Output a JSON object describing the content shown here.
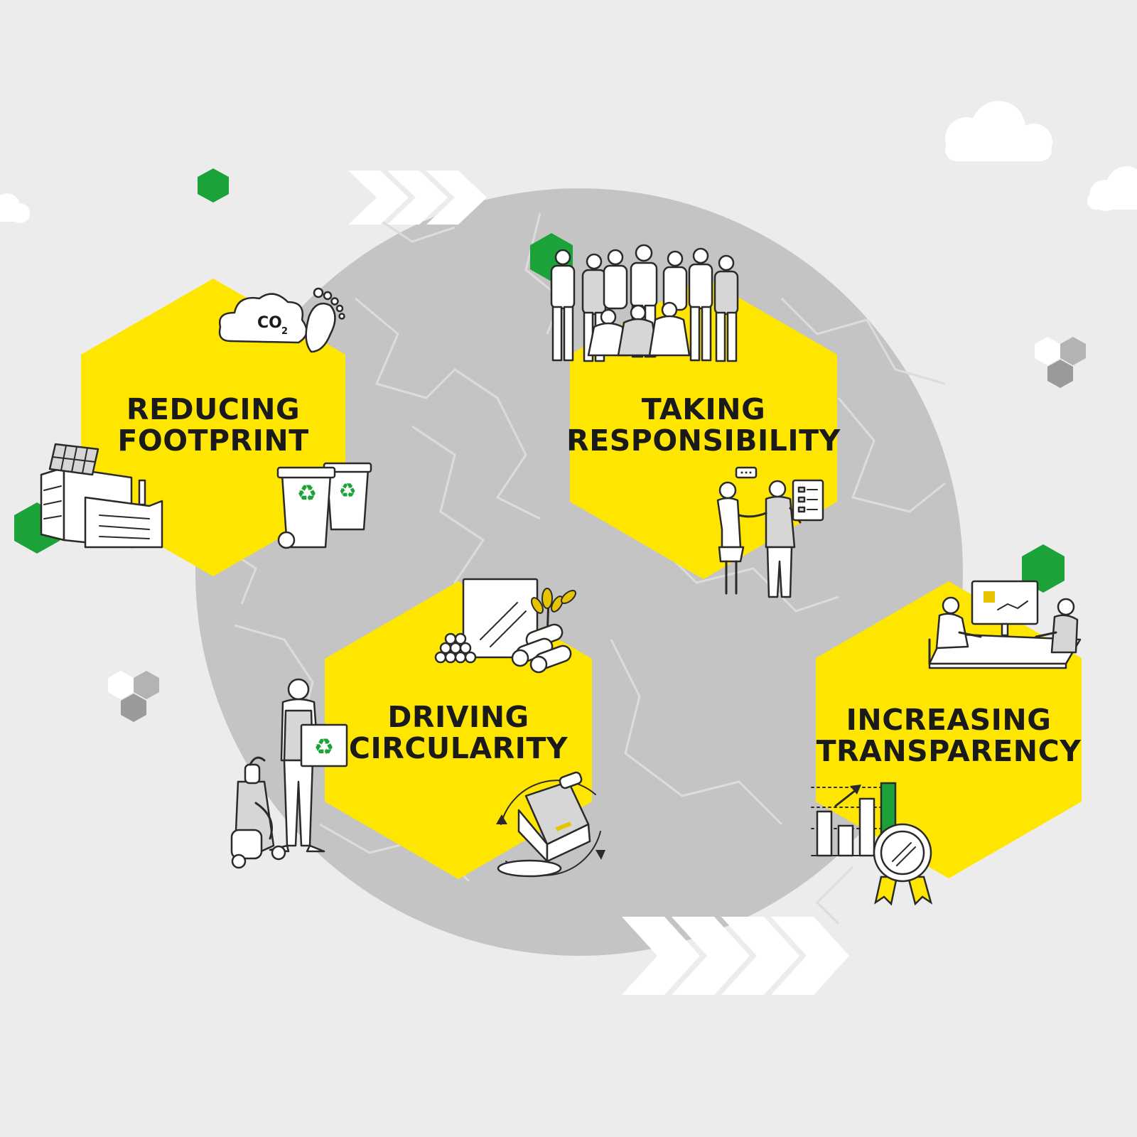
{
  "pillars": [
    {
      "id": "reducing-footprint",
      "line1": "REDUCING",
      "line2": "FOOTPRINT"
    },
    {
      "id": "taking-responsibility",
      "line1": "TAKING",
      "line2": "RESPONSIBILITY"
    },
    {
      "id": "driving-circularity",
      "line1": "DRIVING",
      "line2": "CIRCULARITY"
    },
    {
      "id": "increasing-transparency",
      "line1": "INCREASING",
      "line2": "TRANSPARENCY"
    }
  ],
  "co2": {
    "label": "CO",
    "subscript": "2"
  },
  "colors": {
    "background": "#ececec",
    "globe": "#c4c4c4",
    "hexagon": "#ffe600",
    "accent": "#1ba33a",
    "line": "#2a2a2a"
  },
  "icons": [
    "cloud-icon",
    "footprint-icon",
    "factory-icon",
    "solar-panel-icon",
    "recycle-bin-icon",
    "team-people-icon",
    "handshake-icon",
    "document-icon",
    "glass-pane-icon",
    "wheat-icon",
    "granules-icon",
    "pipe-rolls-icon",
    "worker-with-box-icon",
    "pressure-washer-icon",
    "scrubber-machine-icon",
    "meeting-monitor-icon",
    "bar-chart-icon",
    "award-seal-icon",
    "chevron-arrows-icon",
    "hexagon-cluster-icon"
  ]
}
